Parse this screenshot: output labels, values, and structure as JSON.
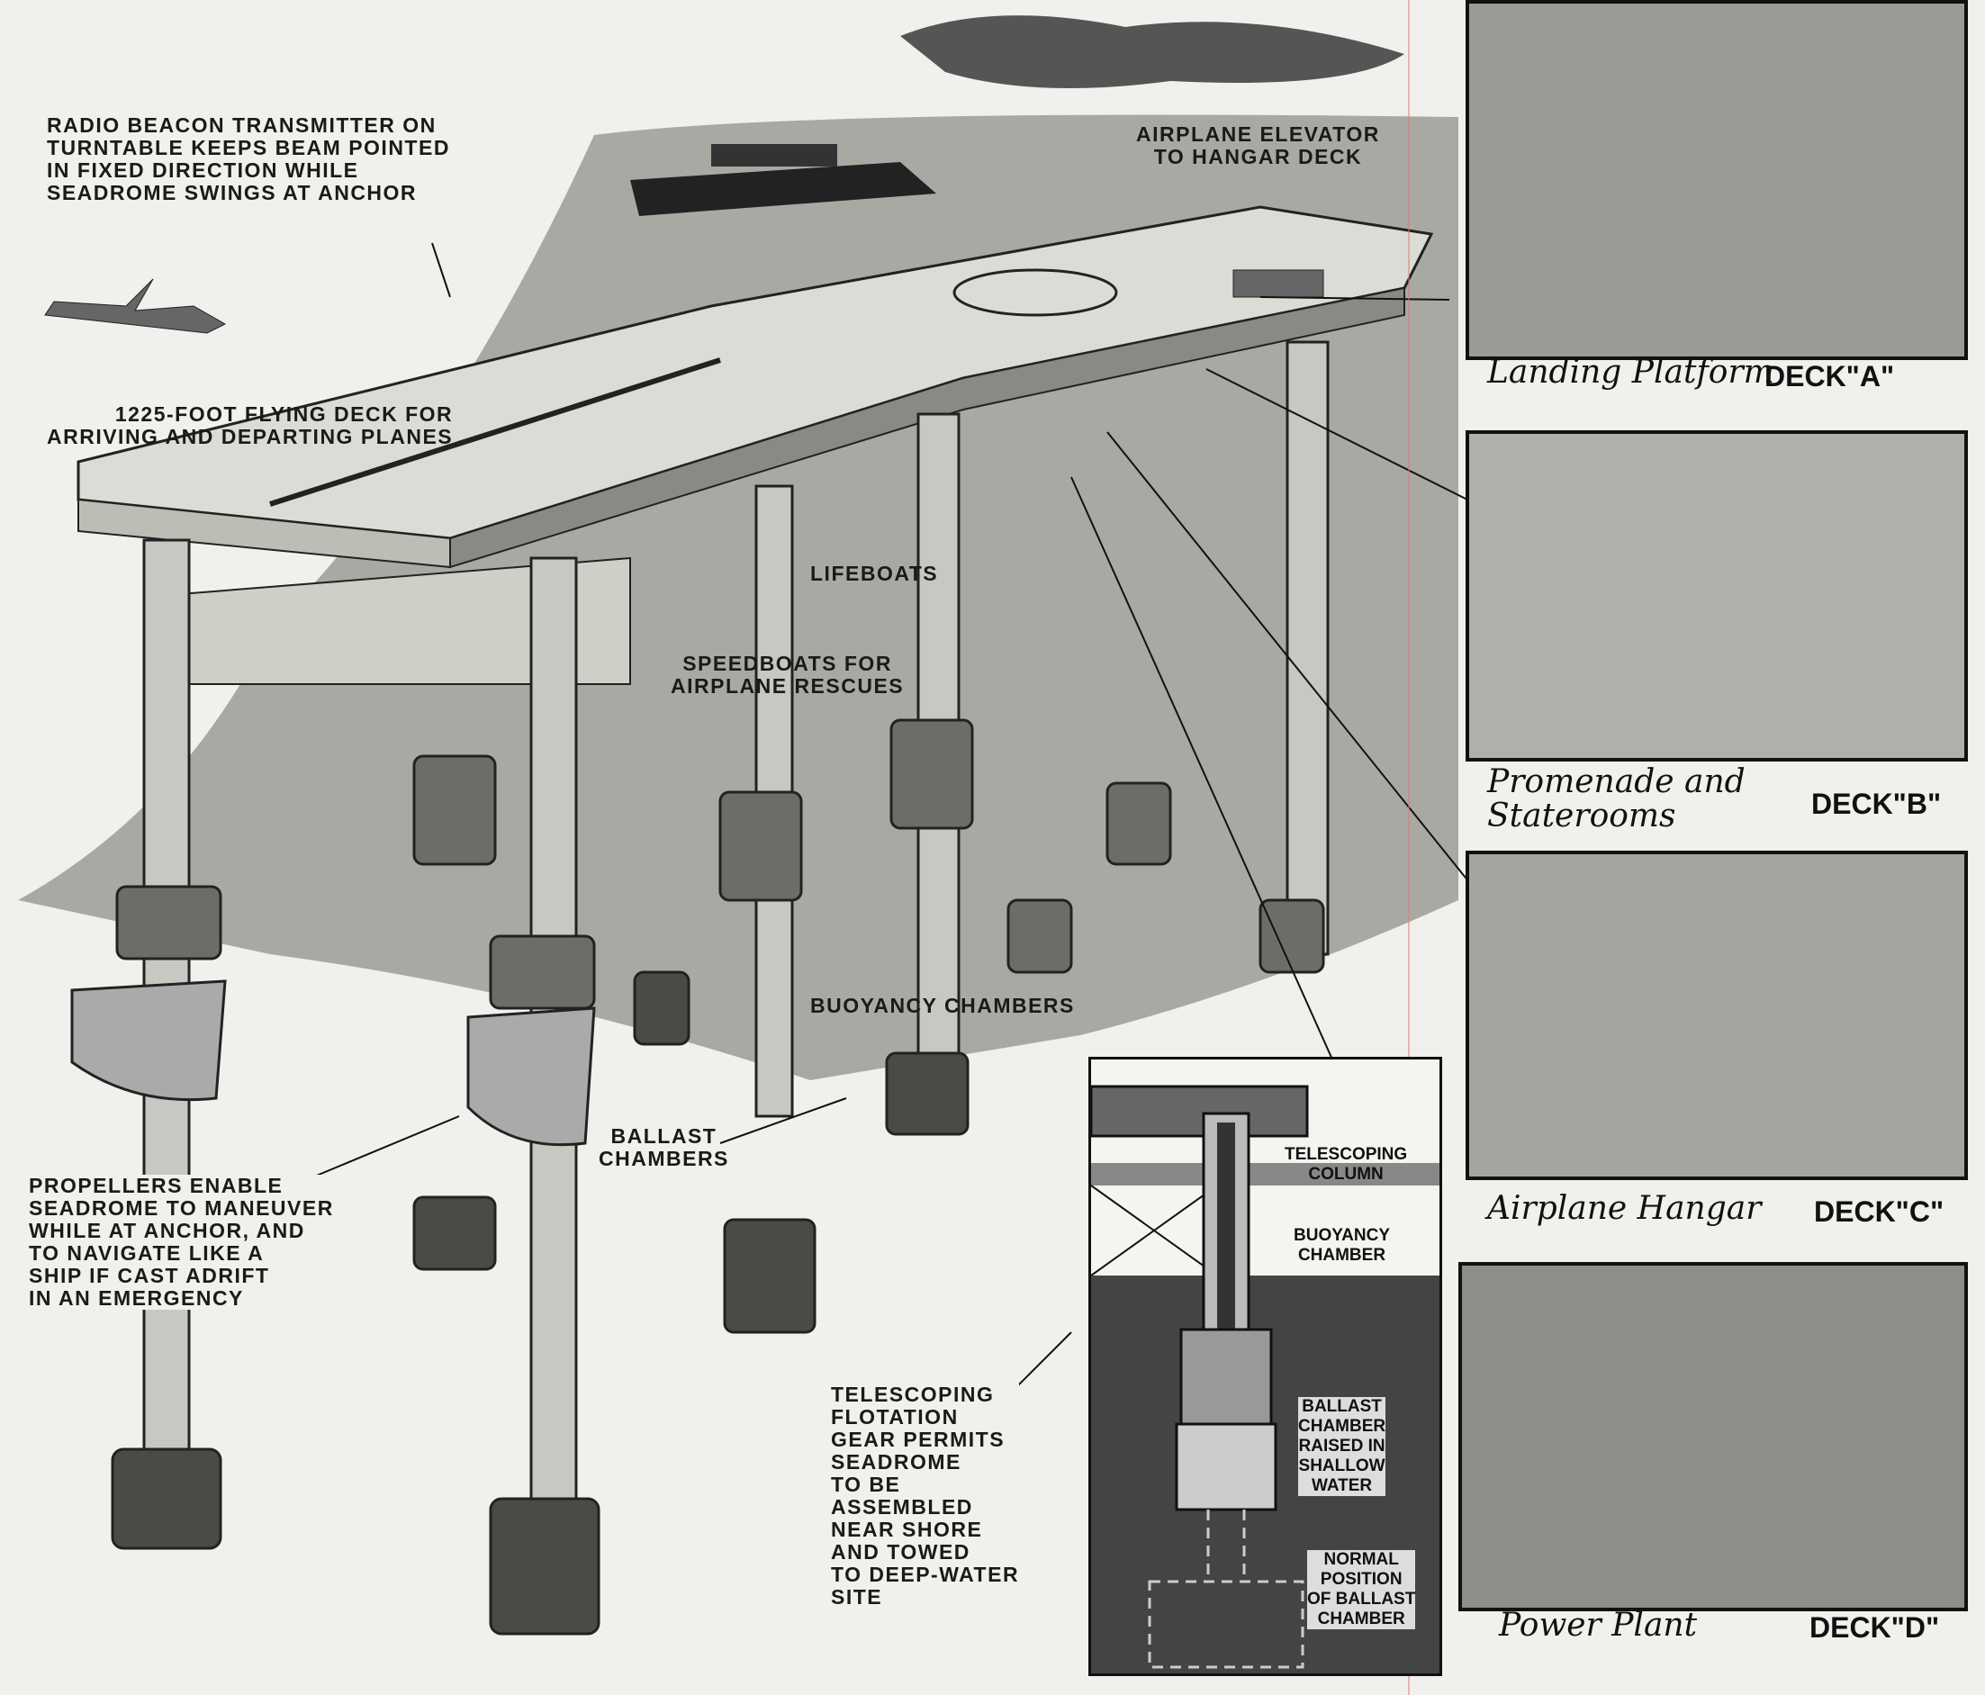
{
  "labels": {
    "radio_beacon": "RADIO BEACON TRANSMITTER ON\nTURNTABLE KEEPS BEAM POINTED\nIN FIXED DIRECTION WHILE\nSEADROME SWINGS AT ANCHOR",
    "airplane_elevator": "AIRPLANE ELEVATOR\nTO HANGAR DECK",
    "flying_deck": "1225-FOOT FLYING DECK FOR\nARRIVING AND DEPARTING PLANES",
    "lifeboats": "LIFEBOATS",
    "speedboats": "SPEEDBOATS FOR\nAIRPLANE RESCUES",
    "buoyancy_chambers": "BUOYANCY CHAMBERS",
    "ballast_chambers": "BALLAST\nCHAMBERS",
    "propellers": "PROPELLERS ENABLE\nSEADROME TO MANEUVER\nWHILE AT ANCHOR, AND\nTO NAVIGATE LIKE A\nSHIP IF CAST ADRIFT\nIN AN EMERGENCY",
    "telescoping_gear": "TELESCOPING\nFLOTATION\nGEAR PERMITS\nSEADROME\nTO BE\nASSEMBLED\nNEAR SHORE\nAND TOWED\nTO DEEP-WATER\nSITE"
  },
  "inset": {
    "telescoping_column": "TELESCOPING\nCOLUMN",
    "buoyancy_chamber": "BUOYANCY\nCHAMBER",
    "ballast_raised": "BALLAST\nCHAMBER\nRAISED IN\nSHALLOW\nWATER",
    "normal_position": "NORMAL\nPOSITION\nOF BALLAST\nCHAMBER"
  },
  "panels": [
    {
      "caption": "Landing Platform",
      "deck": "DECK\"A\""
    },
    {
      "caption": "Promenade and\nStaterooms",
      "deck": "DECK\"B\""
    },
    {
      "caption": "Airplane Hangar",
      "deck": "DECK\"C\""
    },
    {
      "caption": "Power Plant",
      "deck": "DECK\"D\""
    }
  ]
}
